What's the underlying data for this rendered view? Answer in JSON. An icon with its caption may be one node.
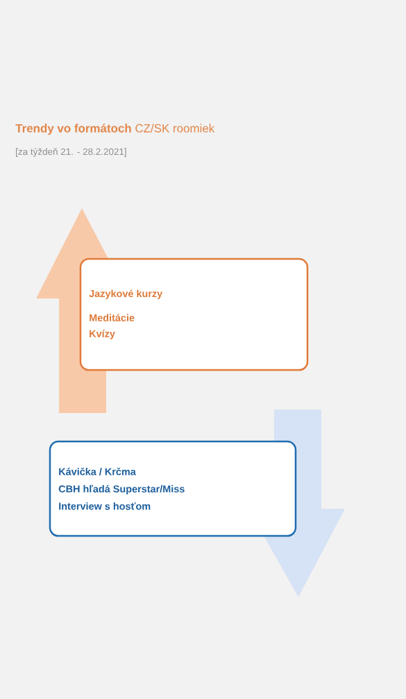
{
  "diagram": {
    "title": "**Trendy vo formátoch** CZ/SK roomiek",
    "nodes": [
      {
        "text": [
          "Jazykové kurzy",
          "Meditácie",
          "Kvízy"
        ]
      },
      {
        "text": [
          "Kávička / Krčma",
          "CBH hľadá Superstar/Miss",
          "Interview s hosťom"
        ]
      }
    ],
    "labels": [
      "[za týždeň 21. - 28.2.2021]"
    ]
  }
}
